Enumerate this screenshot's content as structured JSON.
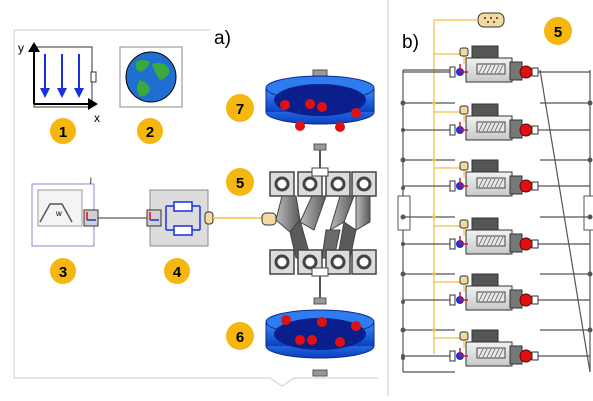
{
  "panels": {
    "a": {
      "label": "a)"
    },
    "b": {
      "label": "b)"
    }
  },
  "badges": {
    "gravity": "1",
    "world": "2",
    "trajectory": "3",
    "controller": "4",
    "hexapod": "5",
    "top_platform": "7",
    "bottom_platform": "6",
    "actuator_array": "5"
  },
  "gravity_block": {
    "axis_x": "x",
    "axis_y": "y"
  },
  "trajectory_block": {
    "signal_label": "w"
  },
  "colors": {
    "badge_fill": "#f5b70f",
    "platform_blue": "#1a6fe0",
    "platform_dark": "#0a1f8c",
    "mass_red": "#e01010",
    "signal_line": "#f0c040",
    "frame_grey": "#555555",
    "arrow_blue": "#1a2fe0"
  }
}
